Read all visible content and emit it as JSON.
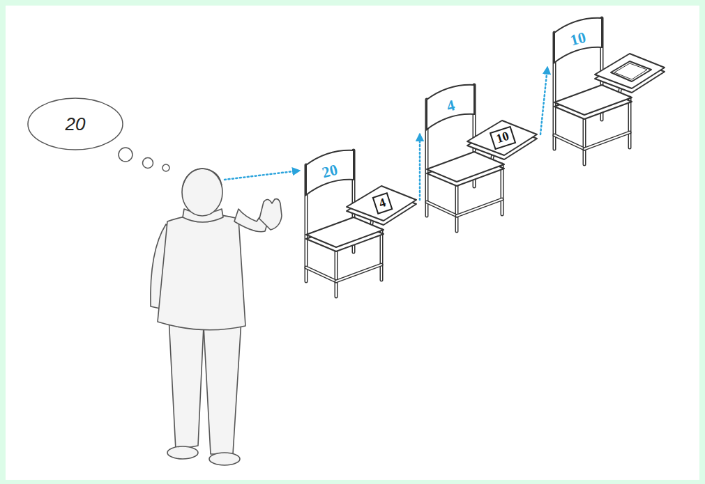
{
  "diagram": {
    "nodes": [
      {
        "text": [
          "20"
        ]
      },
      {
        "text": [
          "20",
          "4"
        ]
      },
      {
        "text": [
          "4",
          "10"
        ]
      },
      {
        "text": [
          "10"
        ]
      }
    ],
    "edges": [
      {
        "from": 0,
        "to": 1,
        "arrow": "to"
      },
      {
        "from": 1,
        "to": 2,
        "arrow": "to"
      },
      {
        "from": 2,
        "to": 3,
        "arrow": "to"
      }
    ]
  }
}
